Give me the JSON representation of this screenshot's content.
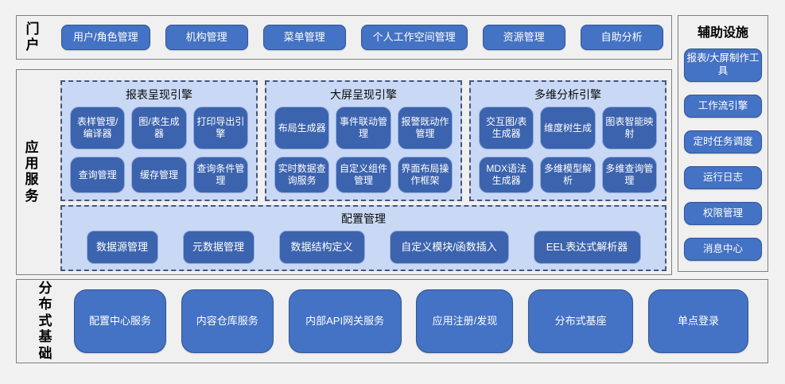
{
  "palette": {
    "page_bg": "#f2f2f2",
    "section_bg": "#f0f0f0",
    "section_border": "#7f7f7f",
    "outer_button_blue": "#4472c4",
    "inner_button_blue": "#3c63ae",
    "inner_button_border": "#93abdd",
    "engine_box_bg": "#c9d9f5",
    "engine_box_border": "#47557a",
    "button_text": "#ffffff",
    "label_text": "#000000"
  },
  "portal": {
    "label": "门户",
    "items": [
      "用户/角色管理",
      "机构管理",
      "菜单管理",
      "个人工作空间管理",
      "资源管理",
      "自助分析"
    ]
  },
  "app_services": {
    "label": "应用服务",
    "engines": [
      {
        "title": "报表呈现引擎",
        "rows": [
          [
            "表样管理/编译器",
            "图/表生成器",
            "打印导出引擎"
          ],
          [
            "查询管理",
            "缓存管理",
            "查询条件管理"
          ]
        ]
      },
      {
        "title": "大屏呈现引擎",
        "rows": [
          [
            "布局生成器",
            "事件联动管理",
            "报警既动作管理"
          ],
          [
            "实时数据查询服务",
            "自定义组件管理",
            "界面布局操作框架"
          ]
        ]
      },
      {
        "title": "多维分析引擎",
        "rows": [
          [
            "交互图/表生成器",
            "维度树生成",
            "图表智能映射"
          ],
          [
            "MDX语法生成器",
            "多维模型解析",
            "多维查询管理"
          ]
        ]
      }
    ],
    "config": {
      "title": "配置管理",
      "items": [
        "数据源管理",
        "元数据管理",
        "数据结构定义",
        "自定义模块/函数插入",
        "EEL表达式解析器"
      ]
    }
  },
  "aux": {
    "title": "辅助设施",
    "items": [
      "报表/大屏制作工具",
      "工作流引擎",
      "定时任务调度",
      "运行日志",
      "权限管理",
      "消息中心"
    ]
  },
  "distributed": {
    "label": "分布式基础",
    "items": [
      "配置中心服务",
      "内容仓库服务",
      "内部API网关服务",
      "应用注册/发现",
      "分布式基座",
      "单点登录"
    ]
  }
}
